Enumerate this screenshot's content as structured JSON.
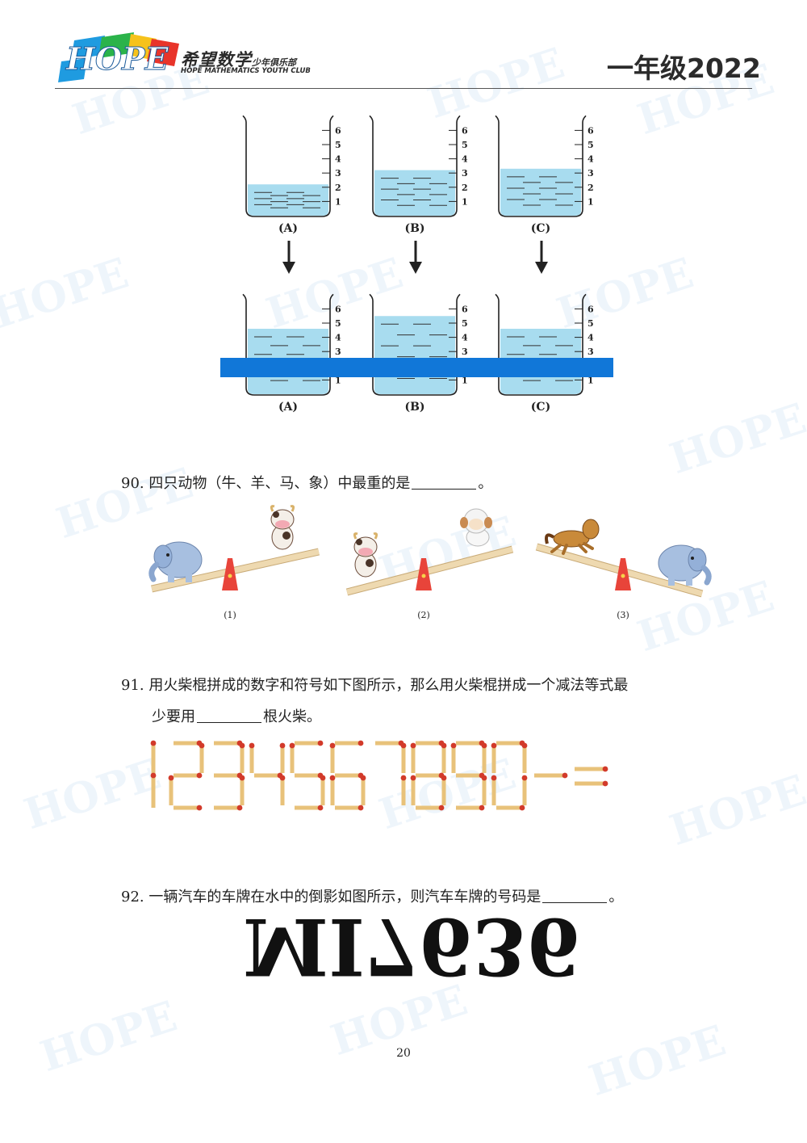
{
  "header": {
    "logo_text": "HOPE",
    "brand_cn": "希望数学",
    "brand_cn_small": "少年俱乐部",
    "brand_en": "HOPE MATHEMATICS YOUTH CLUB",
    "grade": "一年级2022"
  },
  "beakers": {
    "scale_marks": [
      "6",
      "5",
      "4",
      "3",
      "2",
      "1"
    ],
    "top_row": [
      {
        "label": "(A)",
        "level": 2.2
      },
      {
        "label": "(B)",
        "level": 3.2
      },
      {
        "label": "(C)",
        "level": 3.3
      }
    ],
    "bottom_row": [
      {
        "label": "(A)",
        "level": 4.6
      },
      {
        "label": "(B)",
        "level": 5.5
      },
      {
        "label": "(C)",
        "level": 4.6
      }
    ]
  },
  "q90": {
    "number": "90.",
    "text_before": "四只动物（牛、羊、马、象）中最重的是",
    "text_after": "。",
    "panels": [
      "(1)",
      "(2)",
      "(3)"
    ]
  },
  "q91": {
    "number": "91.",
    "line1": "用火柴棍拼成的数字和符号如下图所示，那么用火柴棍拼成一个减法等式最",
    "line2_before": "少要用",
    "line2_after": "根火柴。",
    "symbols": [
      "1",
      "2",
      "3",
      "4",
      "5",
      "6",
      "7",
      "8",
      "9",
      "0",
      "-",
      "="
    ]
  },
  "q92": {
    "number": "92.",
    "text_before": "一辆汽车的车牌在水中的倒影如图所示，则汽车车牌的号码是",
    "text_after": "。",
    "reflection": "MI7636"
  },
  "page_number": "20",
  "colors": {
    "water": "#a8dcef",
    "blue_band": "#1177d8",
    "match_stick": "#e8c27a",
    "match_head": "#d23a2a",
    "cone": "#e8443a",
    "plank": "#eed9b0"
  }
}
